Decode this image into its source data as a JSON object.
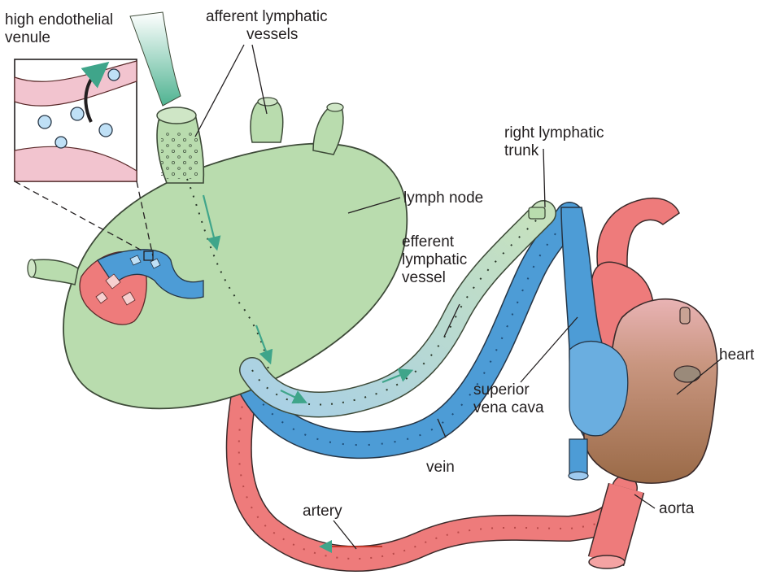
{
  "labels": {
    "hev_line1": "high endothelial",
    "hev_line2": "venule",
    "afferent_line1": "afferent lymphatic",
    "afferent_line2": "vessels",
    "right_trunk_line1": "right lymphatic",
    "right_trunk_line2": "trunk",
    "lymph_node": "lymph node",
    "efferent_line1": "efferent",
    "efferent_line2": "lymphatic",
    "efferent_line3": "vessel",
    "heart": "heart",
    "svc_line1": "superior",
    "svc_line2": "vena cava",
    "vein": "vein",
    "artery": "artery",
    "aorta": "aorta"
  },
  "colors": {
    "lymph": "#b9dcae",
    "lymph_outline": "#3d4a38",
    "vein": "#4d9cd6",
    "artery": "#ee7b7b",
    "heart": "#a0714f",
    "arrow": "#3fa58a"
  }
}
